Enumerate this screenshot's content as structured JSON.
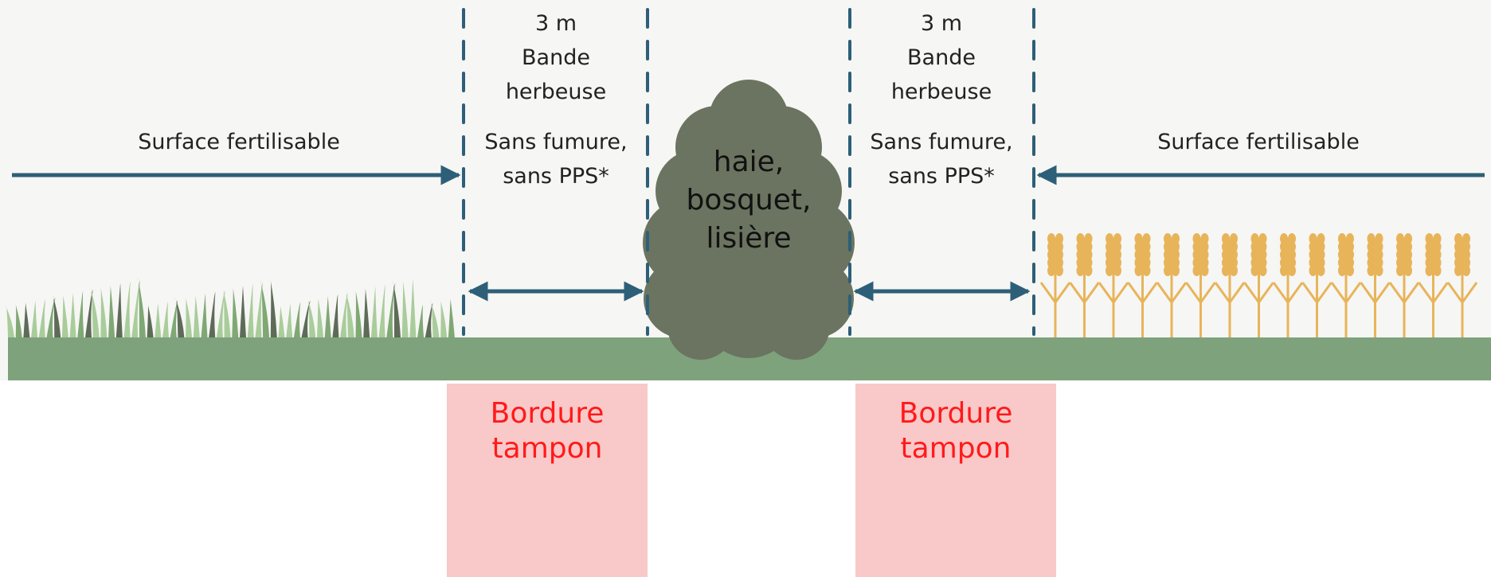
{
  "left_zone": {
    "label": "Surface fertilisable"
  },
  "left_strip": {
    "width_label": "3 m",
    "type_label_1": "Bande",
    "type_label_2": "herbeuse",
    "rule_1": "Sans fumure,",
    "rule_2": "sans PPS*"
  },
  "hedge": {
    "line_1": "haie,",
    "line_2": "bosquet,",
    "line_3": "lisière"
  },
  "right_strip": {
    "width_label": "3 m",
    "type_label_1": "Bande",
    "type_label_2": "herbeuse",
    "rule_1": "Sans fumure,",
    "rule_2": "sans PPS*"
  },
  "right_zone": {
    "label": "Surface fertilisable"
  },
  "buffer_left": {
    "line_1": "Bordure",
    "line_2": "tampon"
  },
  "buffer_right": {
    "line_1": "Bordure",
    "line_2": "tampon"
  },
  "colors": {
    "background": "#f6f6f4",
    "ground": "#7ea27c",
    "arrow": "#2d5f78",
    "hedge": "#6b7460",
    "grass_light": "#a9cc9b",
    "grass_mid": "#7fa874",
    "grass_dark": "#5e6b58",
    "wheat": "#e8b45a",
    "buffer_fill": "#f9c8c8",
    "buffer_text": "#ff1a1a"
  },
  "icons": [
    "grass-tufts-icon",
    "wheat-stalks-icon",
    "hedge-bush-icon"
  ]
}
